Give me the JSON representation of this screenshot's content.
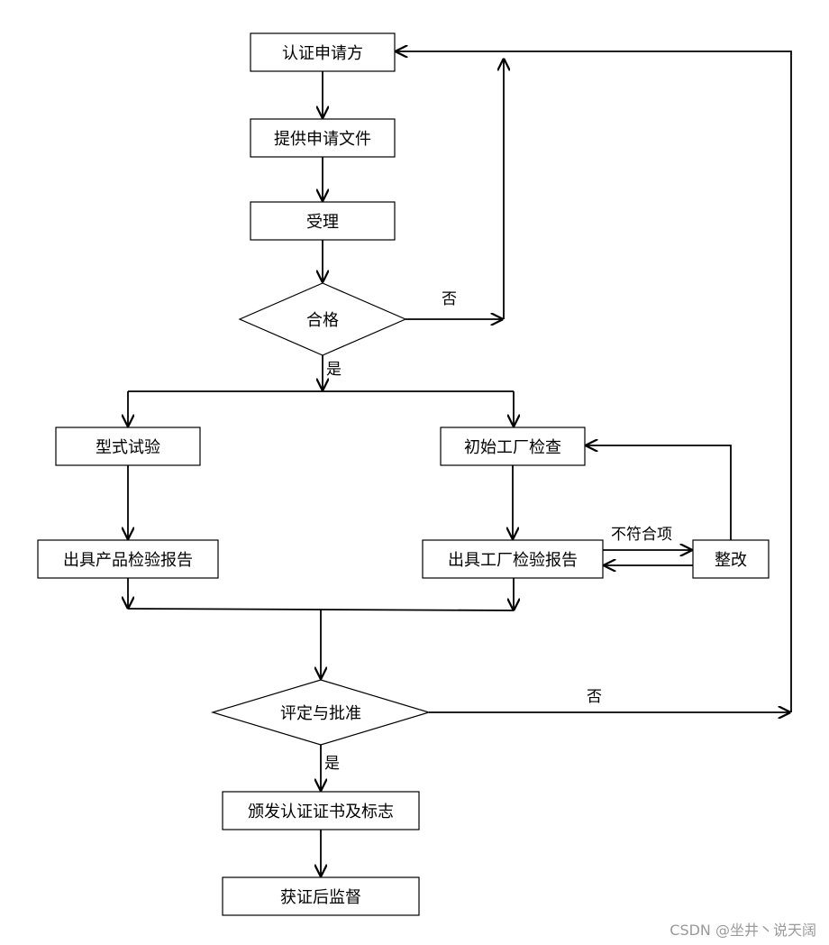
{
  "nodes": {
    "apply": "认证申请方",
    "submit_docs": "提供申请文件",
    "accept": "受理",
    "qualified": "合格",
    "type_test": "型式试验",
    "factory_inspection": "初始工厂检查",
    "product_report": "出具产品检验报告",
    "factory_report": "出具工厂检验报告",
    "rectify": "整改",
    "review_approve": "评定与批准",
    "issue_cert": "颁发认证证书及标志",
    "post_supervision": "获证后监督"
  },
  "edge_labels": {
    "qualified_no": "否",
    "qualified_yes": "是",
    "nonconforming": "不符合项",
    "approve_no": "否",
    "approve_yes": "是"
  },
  "watermark": "CSDN @坐井丶说天阔"
}
